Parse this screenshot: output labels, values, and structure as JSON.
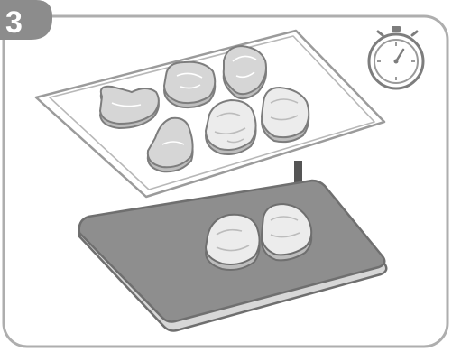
{
  "step": {
    "number": "3"
  },
  "icons": {
    "timer": "stopwatch-icon",
    "arrow": "arrow-down-icon"
  },
  "colors": {
    "frame_border": "#aeaeae",
    "badge_fill": "#8c8c8c",
    "outline": "#7d7d7d",
    "food_fill": "#cfcfcf",
    "food_light": "#ececec",
    "board_top": "#8e8e8e",
    "board_side": "#d7d7d7",
    "tray_fill": "#ffffff",
    "background": "#ffffff"
  },
  "scene": {
    "tray_pieces": 6,
    "board_pieces": 2
  }
}
